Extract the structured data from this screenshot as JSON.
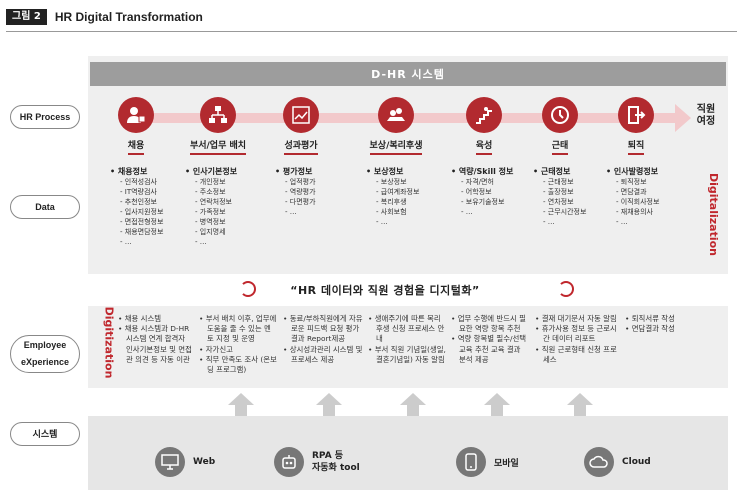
{
  "figure": {
    "tag": "그림 2",
    "title": "HR Digital Transformation"
  },
  "dhr_system": "D-HR 시스템",
  "row_labels": {
    "process": "HR Process",
    "data": "Data",
    "ex_line1": "Employee",
    "ex_line2": "eXperience",
    "system": "시스템"
  },
  "steps": [
    {
      "name": "채용",
      "icon": "recruit-icon"
    },
    {
      "name": "부서/업무 배치",
      "icon": "org-chart-icon"
    },
    {
      "name": "성과평가",
      "icon": "chart-icon"
    },
    {
      "name": "보상/복리후생",
      "icon": "money-icon"
    },
    {
      "name": "육성",
      "icon": "stairs-icon"
    },
    {
      "name": "근태",
      "icon": "clock-icon"
    },
    {
      "name": "퇴직",
      "icon": "exit-icon"
    }
  ],
  "goal": {
    "line1": "직원",
    "line2": "여정"
  },
  "data_cols": [
    {
      "header": "채용정보",
      "items": [
        "인적성검사",
        "IT역량검사",
        "추천인정보",
        "입사지원정보",
        "면접전형정보",
        "채용면담정보",
        "…"
      ]
    },
    {
      "header": "인사기본정보",
      "items": [
        "개인정보",
        "주소정보",
        "연락처정보",
        "가족정보",
        "병역정보",
        "입지명세",
        "…"
      ]
    },
    {
      "header": "평가정보",
      "items": [
        "업적평가",
        "역량평가",
        "다면평가",
        "…"
      ]
    },
    {
      "header": "보상정보",
      "items": [
        "보상정보",
        "급여계좌정보",
        "복리후생",
        "사회보험",
        "…"
      ]
    },
    {
      "header": "역량/Skill 정보",
      "items": [
        "자격/면허",
        "어학정보",
        "보유기술정보",
        "…"
      ]
    },
    {
      "header": "근태정보",
      "items": [
        "근태정보",
        "출장정보",
        "연차정보",
        "근무시간정보",
        "…"
      ]
    },
    {
      "header": "인사발령정보",
      "items": [
        "퇴직정보",
        "면담결과",
        "이직회사정보",
        "재채용의사",
        "…"
      ]
    }
  ],
  "digitalization": "Digitalization",
  "digitization": "Digitization",
  "slogan": "“HR 데이터와 직원 경험을 디지털화”",
  "ex_cols": [
    [
      "채용 시스템",
      "채용 시스템과 D-HR 시스템 연계 합격자 인사기본정보 및 면접관 의견 등 자동 이관"
    ],
    [
      "부서 배치 이후, 업무에 도움을 줄 수 있는 멘토 지정 및 운영",
      "자가신고",
      "직무 만족도 조사 (온보딩 프로그램)"
    ],
    [
      "동료/부하직원에게 자유로운 피드백 요청 평가결과 Report제공",
      "상시성과관리 시스템 및 프로세스 제공"
    ],
    [
      "생애주기에 따른 복리후생 신청 프로세스 안내",
      "부서 직원 기념일(생일, 결혼기념일) 자동 알림"
    ],
    [
      "업무 수행에 반드시 필요한 역량 항목 추천",
      "역량 항목별 필수/선택 교육 추천 교육 결과 분석 제공"
    ],
    [
      "결재 대기문서 자동 알림",
      "휴가사용 정보 등 근로시간 데이터 리포트",
      "직원 근로형태 신청 프로세스"
    ],
    [
      "퇴직서류 작성",
      "면담결과 작성"
    ]
  ],
  "systems": [
    {
      "label": "Web",
      "icon": "monitor-icon"
    },
    {
      "label": "RPA 등 자동화 tool",
      "label_line1": "RPA 등",
      "label_line2": "자동화 tool",
      "icon": "robot-icon"
    },
    {
      "label": "모바일",
      "icon": "mobile-icon"
    },
    {
      "label": "Cloud",
      "icon": "cloud-icon"
    }
  ],
  "colors": {
    "accent": "#b22a2f",
    "panel": "#efefef",
    "header_bar": "#9d9d9d"
  }
}
